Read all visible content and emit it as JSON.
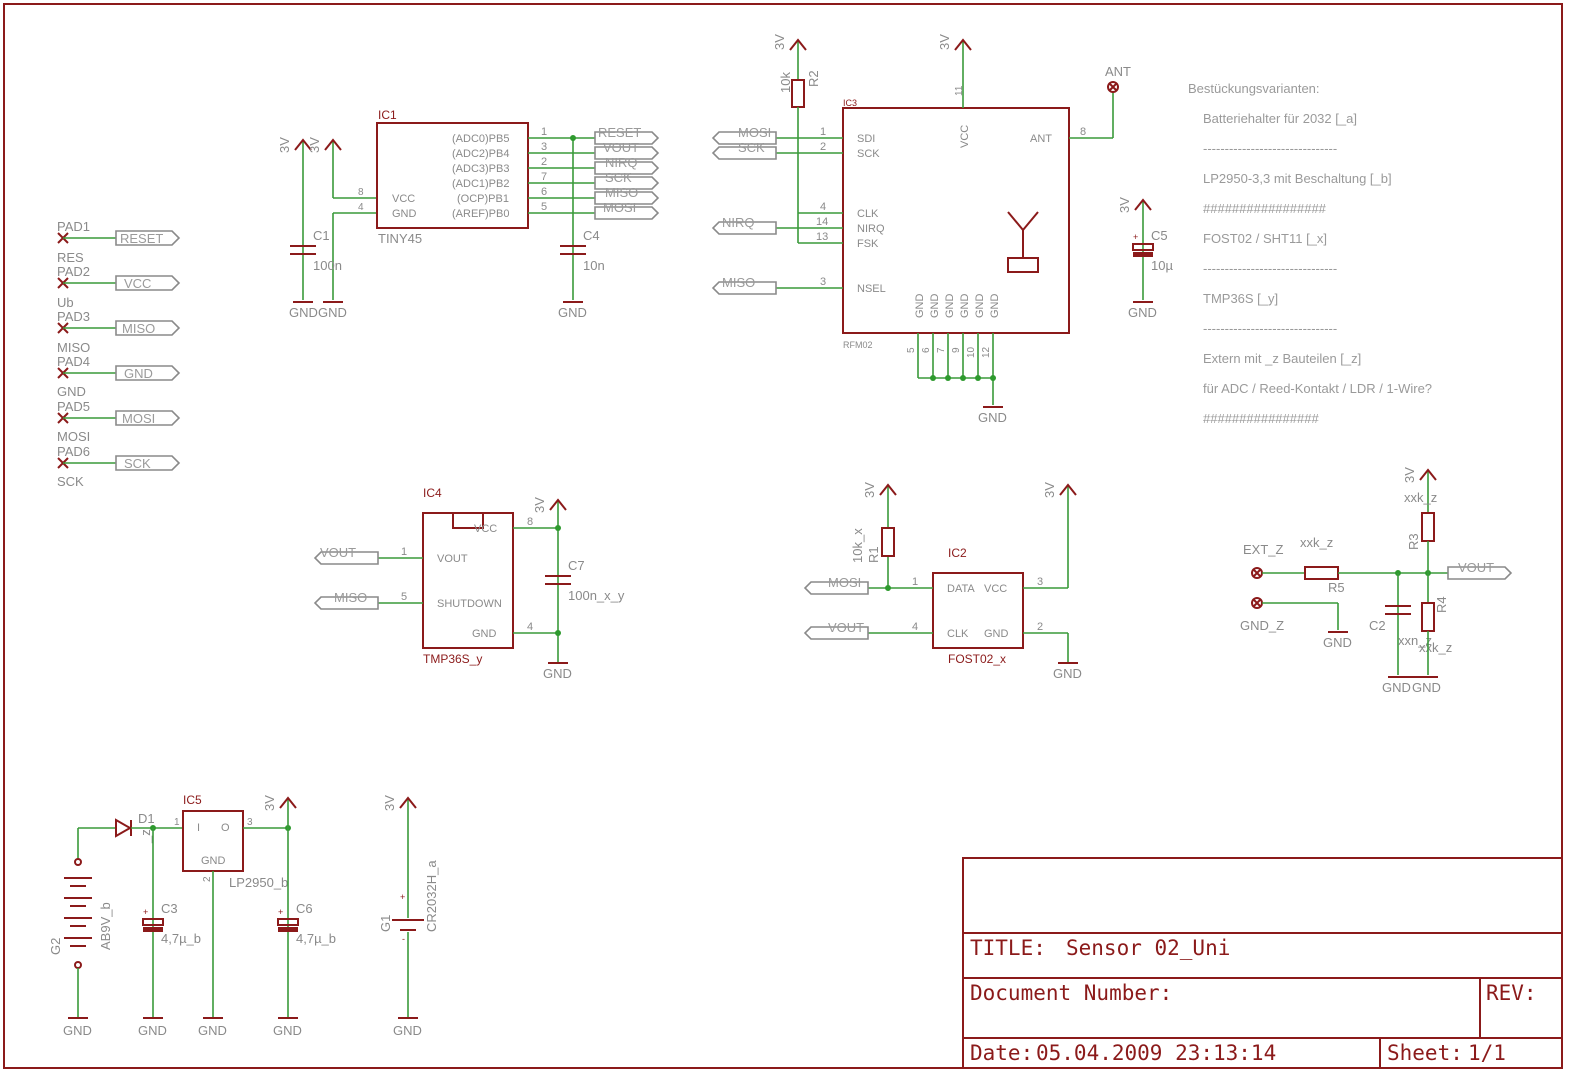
{
  "frame": {
    "title_label": "TITLE:",
    "title_value": "Sensor 02_Uni",
    "doc_label": "Document Number:",
    "rev_label": "REV:",
    "date_label": "Date:",
    "date_value": "05.04.2009 23:13:14",
    "sheet_label": "Sheet:",
    "sheet_value": "1/1"
  },
  "notes": [
    "Bestückungsvarianten:",
    "Batteriehalter für 2032 [_a]",
    "-------------------------------",
    "LP2950-3,3 mit Beschaltung [_b]",
    "#################",
    "FOST02 / SHT11 [_x]",
    "-------------------------------",
    "TMP36S [_y]",
    "-------------------------------",
    "Extern mit _z Bauteilen [_z]",
    "für ADC / Reed-Kontakt / LDR / 1-Wire?",
    "################"
  ],
  "pads": [
    {
      "name": "PAD1",
      "sub": "RES",
      "net": "RESET"
    },
    {
      "name": "PAD2",
      "sub": "Ub",
      "net": "VCC"
    },
    {
      "name": "PAD3",
      "sub": "MISO",
      "net": "MISO"
    },
    {
      "name": "PAD4",
      "sub": "GND",
      "net": "GND"
    },
    {
      "name": "PAD5",
      "sub": "MOSI",
      "net": "MOSI"
    },
    {
      "name": "PAD6",
      "sub": "SCK",
      "net": "SCK"
    }
  ],
  "ic1": {
    "name": "IC1",
    "value": "TINY45",
    "left_pins": [
      {
        "n": "8",
        "label": "VCC"
      },
      {
        "n": "4",
        "label": "GND"
      }
    ],
    "right_pins": [
      {
        "n": "1",
        "label": "(ADC0)PB5",
        "net": "RESET"
      },
      {
        "n": "3",
        "label": "(ADC2)PB4",
        "net": "VOUT"
      },
      {
        "n": "2",
        "label": "(ADC3)PB3",
        "net": "NIRQ"
      },
      {
        "n": "7",
        "label": "(ADC1)PB2",
        "net": "SCK"
      },
      {
        "n": "6",
        "label": "(OCP)PB1",
        "net": "MISO"
      },
      {
        "n": "5",
        "label": "(AREF)PB0",
        "net": "MOSI"
      }
    ]
  },
  "ic3": {
    "name": "IC3",
    "value": "RFM02",
    "pins": [
      {
        "n": "1",
        "label": "SDI",
        "net": "MOSI"
      },
      {
        "n": "2",
        "label": "SCK",
        "net": "SCK"
      },
      {
        "n": "4",
        "label": "CLK"
      },
      {
        "n": "14",
        "label": "NIRQ",
        "net": "NIRQ"
      },
      {
        "n": "13",
        "label": "FSK"
      },
      {
        "n": "3",
        "label": "NSEL",
        "net": "MISO"
      },
      {
        "n": "11",
        "label": "VCC"
      },
      {
        "n": "8",
        "label": "ANT"
      }
    ],
    "gnd_pins": [
      "5",
      "6",
      "7",
      "9",
      "10",
      "12"
    ],
    "gnd_label": "GND"
  },
  "ic4": {
    "name": "IC4",
    "value": "TMP36S_y",
    "pins": [
      {
        "n": "1",
        "label": "VOUT",
        "net": "VOUT"
      },
      {
        "n": "5",
        "label": "SHUTDOWN",
        "net": "MISO"
      },
      {
        "n": "8",
        "label": "VCC"
      },
      {
        "n": "4",
        "label": "GND"
      }
    ]
  },
  "ic2": {
    "name": "IC2",
    "value": "FOST02_x",
    "pins": [
      {
        "n": "1",
        "label": "DATA",
        "net": "MOSI"
      },
      {
        "n": "3",
        "label": "VCC"
      },
      {
        "n": "4",
        "label": "CLK",
        "net": "VOUT"
      },
      {
        "n": "2",
        "label": "GND"
      }
    ]
  },
  "ic5": {
    "name": "IC5",
    "value": "LP2950_b",
    "in": "I",
    "out": "O",
    "gnd": "GND",
    "pin_in": "1",
    "pin_out": "3",
    "pin_gnd": "2"
  },
  "parts": {
    "c1": {
      "name": "C1",
      "value": "100n"
    },
    "c4": {
      "name": "C4",
      "value": "10n"
    },
    "c5": {
      "name": "C5",
      "value": "10µ"
    },
    "c7": {
      "name": "C7",
      "value": "100n_x_y"
    },
    "c2": {
      "name": "C2",
      "value": "xxn_z"
    },
    "c3": {
      "name": "C3",
      "value": "4,7µ_b"
    },
    "c6": {
      "name": "C6",
      "value": "4,7µ_b"
    },
    "r1": {
      "name": "R1",
      "value": "10k_x"
    },
    "r2": {
      "name": "R2",
      "value": "10k"
    },
    "r3": {
      "name": "R3",
      "value": "xxk_z"
    },
    "r4": {
      "name": "R4",
      "value": "xxk_z"
    },
    "r5": {
      "name": "R5",
      "value": "xxk_z"
    },
    "d1": {
      "name": "D1",
      "value": "_z"
    },
    "g1": {
      "name": "G1",
      "value": "CR2032H_a"
    },
    "g2": {
      "name": "G2",
      "value": "AB9V_b"
    },
    "ant": {
      "name": "ANT"
    },
    "ext": {
      "name": "EXT_Z"
    },
    "gndz": {
      "name": "GND_Z"
    }
  },
  "supply": {
    "v3": "3V",
    "gnd": "GND",
    "vout": "VOUT"
  }
}
